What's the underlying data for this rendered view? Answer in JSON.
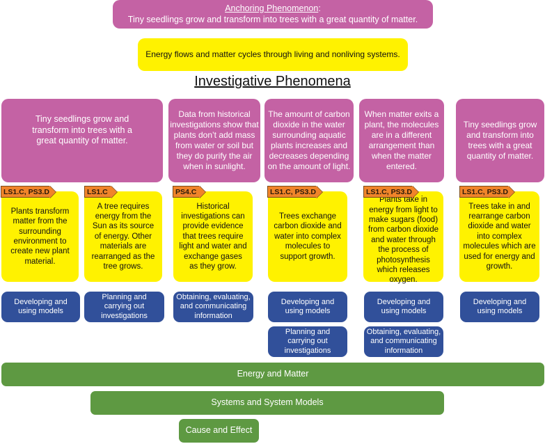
{
  "anchoring": {
    "label": "Anchoring Phenomenon",
    "colon": ":",
    "text": "Tiny seedlings grow and transform into trees with a great quantity of matter."
  },
  "core_idea": "Energy flows and matter cycles through living and nonliving systems.",
  "section_title": "Investigative Phenomena",
  "phenomena": [
    "Tiny seedlings grow and transform into trees with a great quantity of matter.",
    "Data from historical investigations show that plants don’t add mass from water or soil but they do purify the air when in sunlight.",
    "The amount of carbon dioxide in the water surrounding aquatic plants increases and decreases depending on the amount of light.",
    "When matter exits a plant, the molecules are in a different arrangement than when the matter entered.",
    "Tiny seedlings grow and transform into trees with a great quantity of matter."
  ],
  "ideas": [
    {
      "tag": "LS1.C, PS3.D",
      "text": "Plants transform matter from the surrounding environment to create new plant material."
    },
    {
      "tag": "LS1.C",
      "text": "A tree requires energy from the Sun as its source of energy. Other materials are rearranged as the tree grows."
    },
    {
      "tag": "PS4.C",
      "text": "Historical investigations can provide evidence that trees require light and water and exchange gases as they grow."
    },
    {
      "tag": "LS1.C, PS3.D",
      "text": "Trees exchange carbon dioxide and water into complex molecules to support growth."
    },
    {
      "tag": "LS1.C, PS3.D",
      "text": "Plants take in energy from light to make sugars (food) from carbon dioxide and water through the process of photosynthesis which releases oxygen."
    },
    {
      "tag": "LS1.C, PS3.D",
      "text": "Trees take in and rearrange carbon dioxide and water into complex molecules which are used for energy and growth."
    }
  ],
  "practices": [
    {
      "row1": "Developing and using models",
      "row2": null
    },
    {
      "row1": "Planning and carrying out investigations",
      "row2": null
    },
    {
      "row1": "Obtaining, evaluating, and communicating information",
      "row2": null
    },
    {
      "row1": "Developing and using models",
      "row2": "Planning and carrying out investigations"
    },
    {
      "row1": "Developing and using models",
      "row2": "Obtaining, evaluating, and communicating information"
    },
    {
      "row1": "Developing and using models",
      "row2": null
    }
  ],
  "crosscutting": [
    "Energy and Matter",
    "Systems and System Models",
    "Cause and Effect"
  ],
  "colors": {
    "phenomenon": "#C462A4",
    "idea": "#FFF200",
    "tag": "#F0842A",
    "practice": "#31509A",
    "crosscutting": "#5E9942"
  }
}
